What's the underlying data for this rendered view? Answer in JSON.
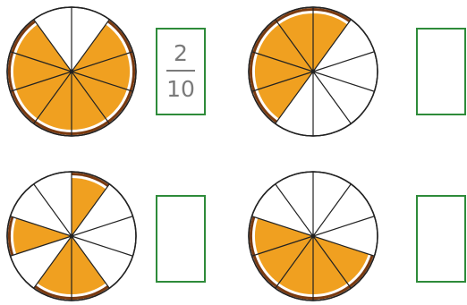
{
  "worksheet": {
    "colors": {
      "orange_fill": "#f0a020",
      "rind": "#7a3a10",
      "pith": "#ffffff",
      "segment_line": "#222222",
      "box_border": "#2e8b3a",
      "answer_text": "#7a7a7a"
    },
    "problems": [
      {
        "segments_total": 10,
        "shaded_segments": [
          1,
          2,
          3,
          4,
          5,
          6,
          7,
          8
        ],
        "answer": {
          "numerator": "2",
          "denominator": "10"
        }
      },
      {
        "segments_total": 10,
        "shaded_segments": [
          0,
          6,
          7,
          8,
          9
        ],
        "answer": {
          "numerator": "",
          "denominator": ""
        }
      },
      {
        "segments_total": 10,
        "shaded_segments": [
          0,
          4,
          5,
          7
        ],
        "answer": {
          "numerator": "",
          "denominator": ""
        }
      },
      {
        "segments_total": 10,
        "shaded_segments": [
          3,
          4,
          5,
          6,
          7
        ],
        "answer": {
          "numerator": "",
          "denominator": ""
        }
      }
    ]
  }
}
